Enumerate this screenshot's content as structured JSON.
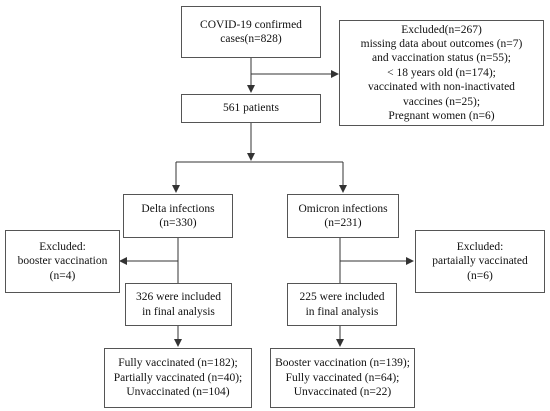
{
  "flowchart": {
    "confirmed": {
      "lines": [
        "COVID-19 confirmed",
        "cases(n=828)"
      ]
    },
    "excluded_top": {
      "lines": [
        "Excluded(n=267)",
        "missing data about outcomes (n=7)",
        "and vaccination status (n=55);",
        "< 18 years old (n=174);",
        "vaccinated with non-inactivated",
        "vaccines (n=25);",
        "Pregnant women (n=6)"
      ]
    },
    "patients": {
      "lines": [
        "561 patients"
      ]
    },
    "delta": {
      "lines": [
        "Delta infections",
        "(n=330)"
      ]
    },
    "omicron": {
      "lines": [
        "Omicron infections",
        "(n=231)"
      ]
    },
    "excluded_delta": {
      "lines": [
        "Excluded:",
        "booster vaccination",
        "(n=4)"
      ]
    },
    "excluded_omicron": {
      "lines": [
        "Excluded:",
        "partaially vaccinated",
        "(n=6)"
      ]
    },
    "delta_included": {
      "lines": [
        "326 were included",
        "in final analysis"
      ]
    },
    "omicron_included": {
      "lines": [
        "225 were included",
        "in  final analysis"
      ]
    },
    "delta_status": {
      "lines": [
        "Fully vaccinated  (n=182);",
        "Partially vaccinated (n=40);",
        "Unvaccinated (n=104)"
      ]
    },
    "omicron_status": {
      "lines": [
        "Booster vaccination (n=139);",
        "Fully vaccinated (n=64);",
        "Unvaccinated (n=22)"
      ]
    }
  }
}
